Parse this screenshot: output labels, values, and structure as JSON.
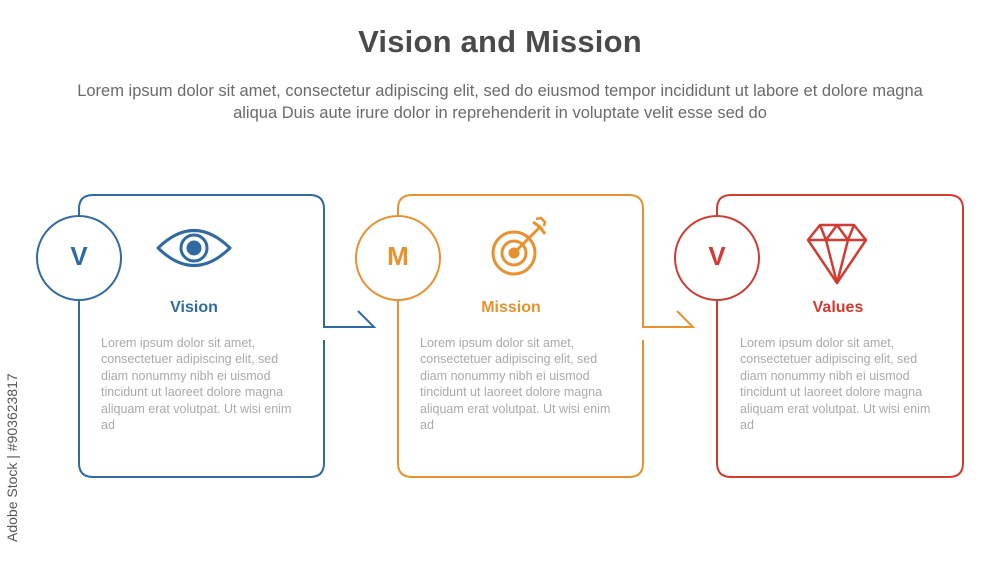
{
  "header": {
    "title": "Vision and Mission",
    "subtitle": "Lorem ipsum dolor sit amet, consectetur adipiscing elit, sed do eiusmod tempor incididunt ut labore et dolore magna aliqua Duis aute irure dolor in reprehenderit in voluptate velit esse sed do"
  },
  "cards": [
    {
      "letter": "V",
      "title": "Vision",
      "icon": "eye-icon",
      "color": "#2f6aa0",
      "body": "Lorem ipsum dolor sit amet, consectetuer adipiscing elit, sed diam nonummy nibh ei uismod tincidunt ut laoreet dolore magna aliquam erat volutpat. Ut wisi enim ad"
    },
    {
      "letter": "M",
      "title": "Mission",
      "icon": "target-arrow-icon",
      "color": "#e8912e",
      "body": "Lorem ipsum dolor sit amet, consectetuer adipiscing elit, sed diam nonummy nibh ei uismod tincidunt ut laoreet dolore magna aliquam erat volutpat. Ut wisi enim ad"
    },
    {
      "letter": "V",
      "title": "Values",
      "icon": "diamond-icon",
      "color": "#d33a32",
      "body": "Lorem ipsum dolor sit amet, consectetuer adipiscing elit, sed diam nonummy nibh ei uismod tincidunt ut laoreet dolore magna aliquam erat volutpat. Ut wisi enim ad"
    }
  ],
  "watermark": "Adobe Stock | #903623817"
}
